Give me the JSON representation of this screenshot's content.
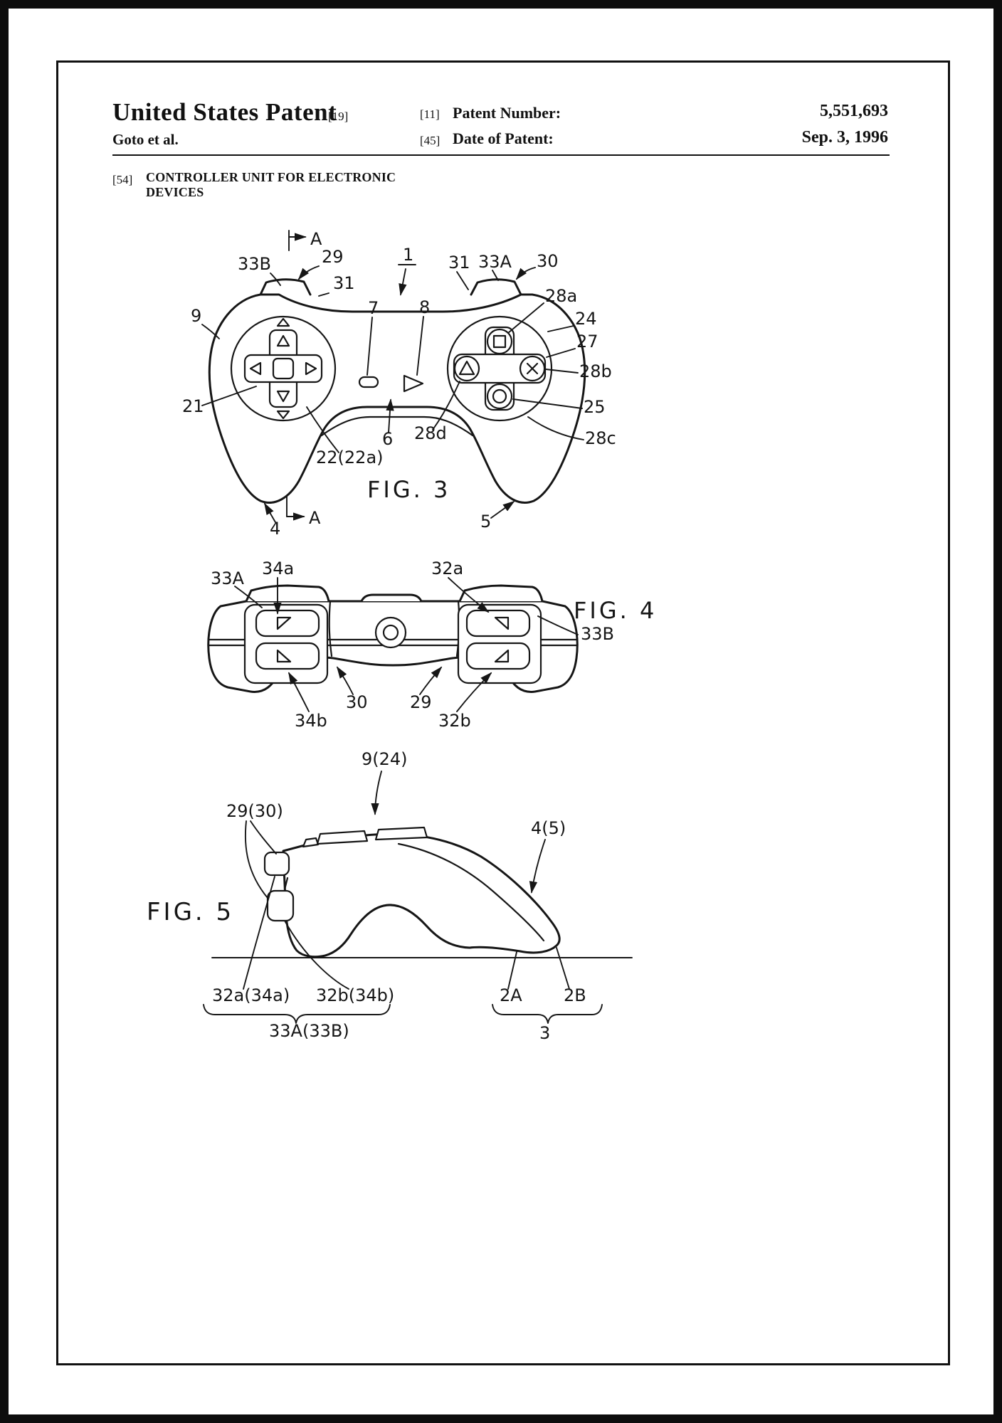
{
  "colors": {
    "ink": "#161616",
    "paper": "#ffffff",
    "frame": "#0d0d0d"
  },
  "header": {
    "title": "United States Patent",
    "title_bracket": "[19]",
    "authors": "Goto et al.",
    "number_bracket": "[11]",
    "number_label": "Patent Number:",
    "number_value": "5,551,693",
    "date_bracket": "[45]",
    "date_label": "Date of Patent:",
    "date_value": "Sep. 3, 1996"
  },
  "invention": {
    "bracket": "[54]",
    "title_line1": "CONTROLLER UNIT FOR ELECTRONIC",
    "title_line2": "DEVICES"
  },
  "fig3": {
    "caption": "FIG. 3",
    "labels": {
      "section_a_top": "A",
      "section_a_bottom": "A",
      "n33B": "33B",
      "n29": "29",
      "n1": "1",
      "n31a": "31",
      "n31b": "31",
      "n33A": "33A",
      "n30": "30",
      "n9": "9",
      "n7": "7",
      "n8": "8",
      "n28a": "28a",
      "n24": "24",
      "n27": "27",
      "n28b": "28b",
      "n25": "25",
      "n28c": "28c",
      "n28d": "28d",
      "n6": "6",
      "n21": "21",
      "n22": "22(22a)",
      "n4": "4",
      "n5": "5"
    }
  },
  "fig4": {
    "caption": "FIG. 4",
    "labels": {
      "n33A": "33A",
      "n34a": "34a",
      "n32a": "32a",
      "n33B": "33B",
      "n30": "30",
      "n29": "29",
      "n34b": "34b",
      "n32b": "32b"
    }
  },
  "fig5": {
    "caption": "FIG. 5",
    "labels": {
      "n9_24": "9(24)",
      "n29_30": "29(30)",
      "n4_5": "4(5)",
      "n32a_34a": "32a(34a)",
      "n32b_34b": "32b(34b)",
      "n33A_33B": "33A(33B)",
      "n2A": "2A",
      "n2B": "2B",
      "n3": "3"
    }
  }
}
